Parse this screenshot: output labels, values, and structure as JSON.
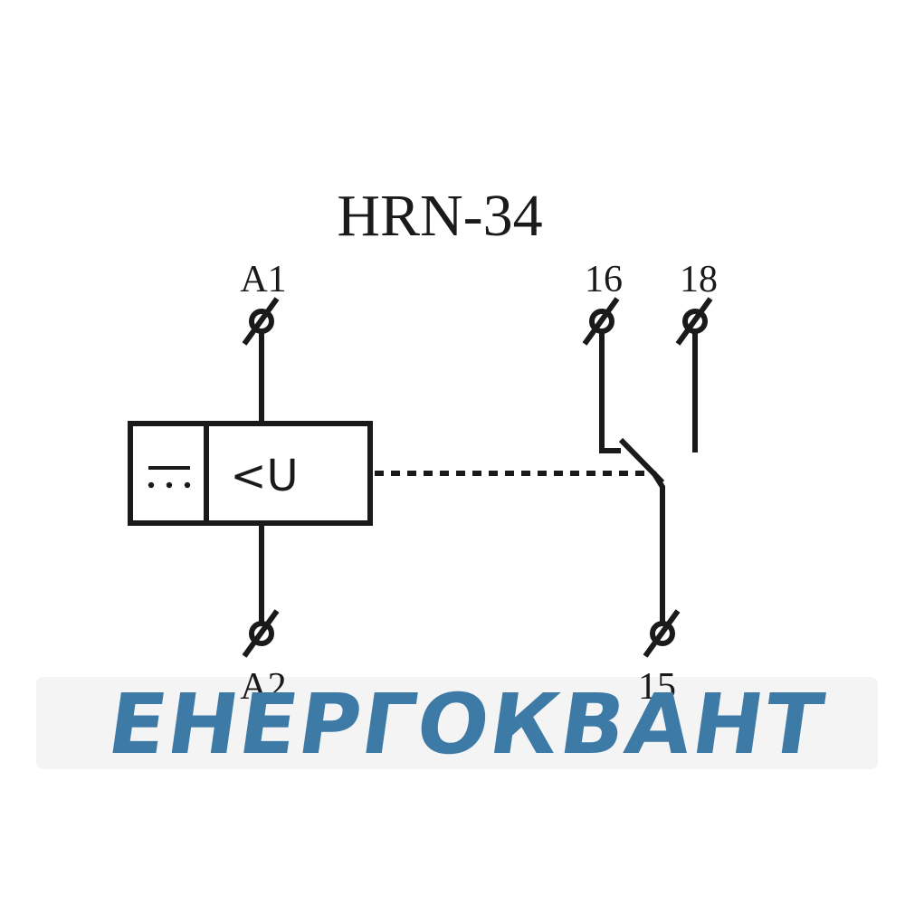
{
  "diagram": {
    "title": "HRN-34",
    "terminals": {
      "a1": "A1",
      "a2": "A2",
      "t16": "16",
      "t18": "18",
      "t15": "15"
    },
    "coil_label": "<U",
    "dc_symbol": "dc-supply-symbol"
  },
  "watermark": {
    "text": "ЕНЕРГОКВАНТ",
    "color": "#3d7ba6"
  }
}
